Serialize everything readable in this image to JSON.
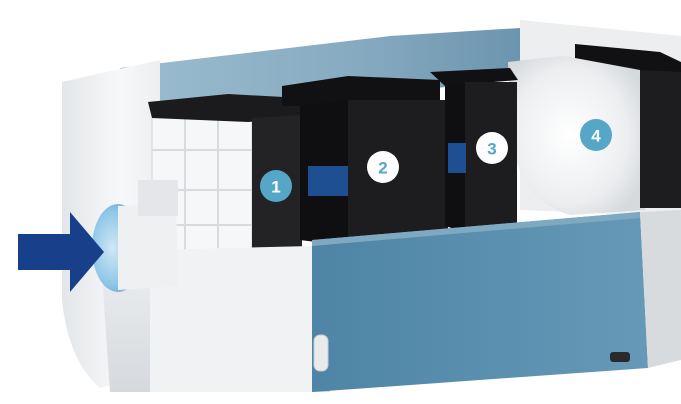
{
  "image": {
    "subject": "filter-unit-cutaway"
  },
  "colors": {
    "housing_light": "#f2f3f4",
    "housing_mid": "#dcdfe2",
    "housing_shadow": "#c9ccd0",
    "steel_blue": "#5b8fae",
    "steel_blue_dark": "#3f6f8e",
    "lid_blue": "#8fb3c8",
    "lid_blue_dark": "#6e97b0",
    "filter_black": "#1b1b1d",
    "filter_face": "#2a2a2d",
    "arrow_navy": "#173f8a",
    "badge_fill_white": "#ffffff",
    "badge_text_blue": "#56a6c8",
    "badge_fill_blue": "#56a6c8",
    "badge_text_white": "#ffffff"
  },
  "badges": [
    {
      "label": "1",
      "style": "white-on-blue"
    },
    {
      "label": "2",
      "style": "blue-on-white"
    },
    {
      "label": "3",
      "style": "blue-on-white"
    },
    {
      "label": "4",
      "style": "white-on-blue"
    }
  ],
  "icons": {
    "inflow_arrow": "arrow-right-icon"
  }
}
